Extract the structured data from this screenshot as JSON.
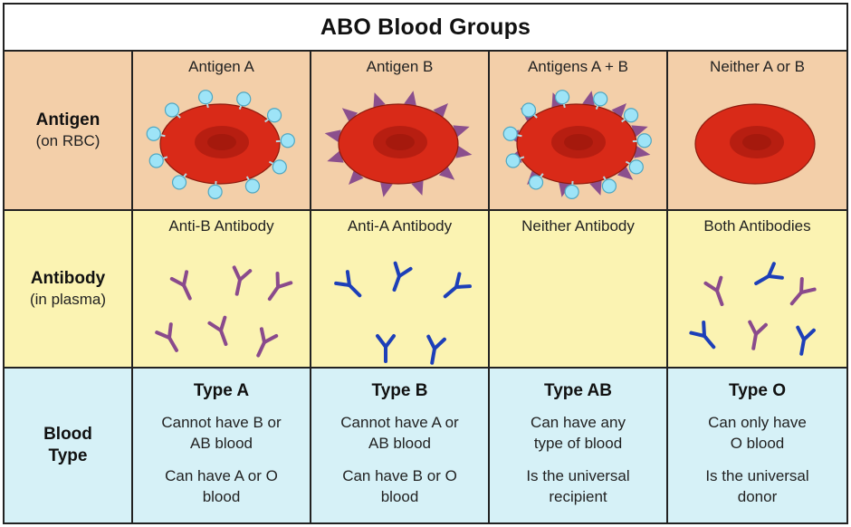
{
  "title": "ABO Blood Groups",
  "colors": {
    "antigen_row_bg": "#f3cfa9",
    "antibody_row_bg": "#fbf3b2",
    "blood_type_row_bg": "#d6f1f7",
    "rbc_red": "#d92a18",
    "rbc_center": "#b01c10",
    "antigen_a": "#9ee4f7",
    "antigen_b": "#8b4f8d",
    "anti_b_antibody": "#8a4a8c",
    "anti_a_antibody": "#1d3fb8"
  },
  "rows": {
    "antigen": {
      "label": "Antigen",
      "sublabel": "(on RBC)"
    },
    "antibody": {
      "label": "Antibody",
      "sublabel": "(in plasma)"
    },
    "blood_type": {
      "label_line1": "Blood",
      "label_line2": "Type"
    }
  },
  "columns": [
    {
      "antigen": "Antigen A",
      "antibody": "Anti-B Antibody",
      "type": "Type A",
      "line1": "Cannot have B or",
      "line2": "AB blood",
      "line3": "Can have A or O",
      "line4": "blood"
    },
    {
      "antigen": "Antigen B",
      "antibody": "Anti-A Antibody",
      "type": "Type B",
      "line1": "Cannot have A or",
      "line2": "AB blood",
      "line3": "Can have B or O",
      "line4": "blood"
    },
    {
      "antigen": "Antigens A + B",
      "antibody": "Neither Antibody",
      "type": "Type AB",
      "line1": "Can have any",
      "line2": "type of blood",
      "line3": "Is the universal",
      "line4": "recipient"
    },
    {
      "antigen": "Neither A or B",
      "antibody": "Both Antibodies",
      "type": "Type O",
      "line1": "Can only have",
      "line2": "O blood",
      "line3": "Is the universal",
      "line4": "donor"
    }
  ]
}
